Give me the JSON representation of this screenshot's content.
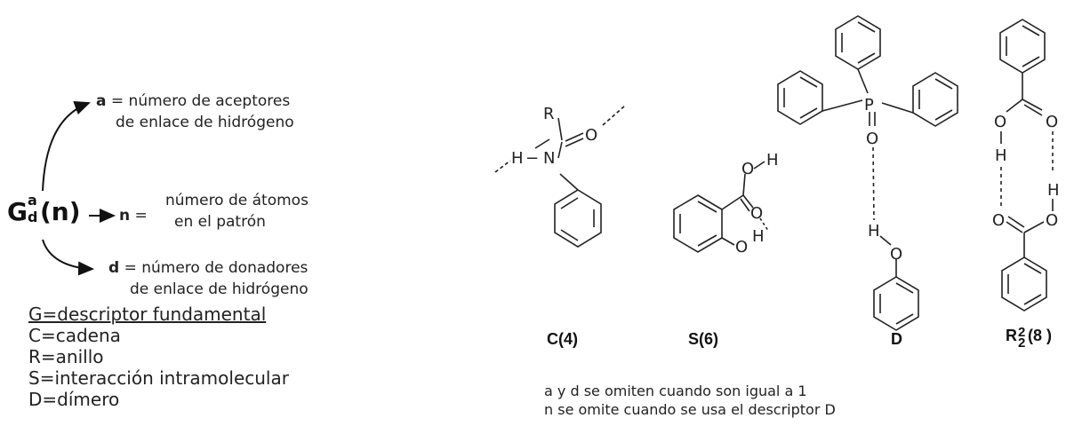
{
  "notation": {
    "symbol_base": "G",
    "symbol_sup": "a",
    "symbol_sub": "d",
    "symbol_arg": "(n)",
    "a_key": "a",
    "a_eq": "=",
    "a_line1": "número de aceptores",
    "a_line2": "de enlace de hidrógeno",
    "n_key": "n",
    "n_eq": "=",
    "n_line1": "número de átomos",
    "n_line2": "en el patrón",
    "d_key": "d",
    "d_eq": "=",
    "d_line1": "número de donadores",
    "d_line2": "de enlace de hidrógeno"
  },
  "legend": {
    "g": "G=descriptor fundamental",
    "c": "C=cadena",
    "r": "R=anillo",
    "s": "S=interacción intramolecular",
    "d": "D=dímero"
  },
  "motifs": {
    "c4": "C(4)",
    "s6": "S(6)",
    "d": "D",
    "r_base": "R",
    "r_sup": "2",
    "r_sub": "2",
    "r_arg": "(8 )"
  },
  "atoms": {
    "R": "R",
    "O": "O",
    "N": "N",
    "H": "H",
    "P": "P"
  },
  "notes": {
    "line1": "a y d se omiten cuando son igual a 1",
    "line2": "n se omite cuando se usa el descriptor D"
  },
  "colors": {
    "text": "#222222",
    "background": "#ffffff"
  }
}
